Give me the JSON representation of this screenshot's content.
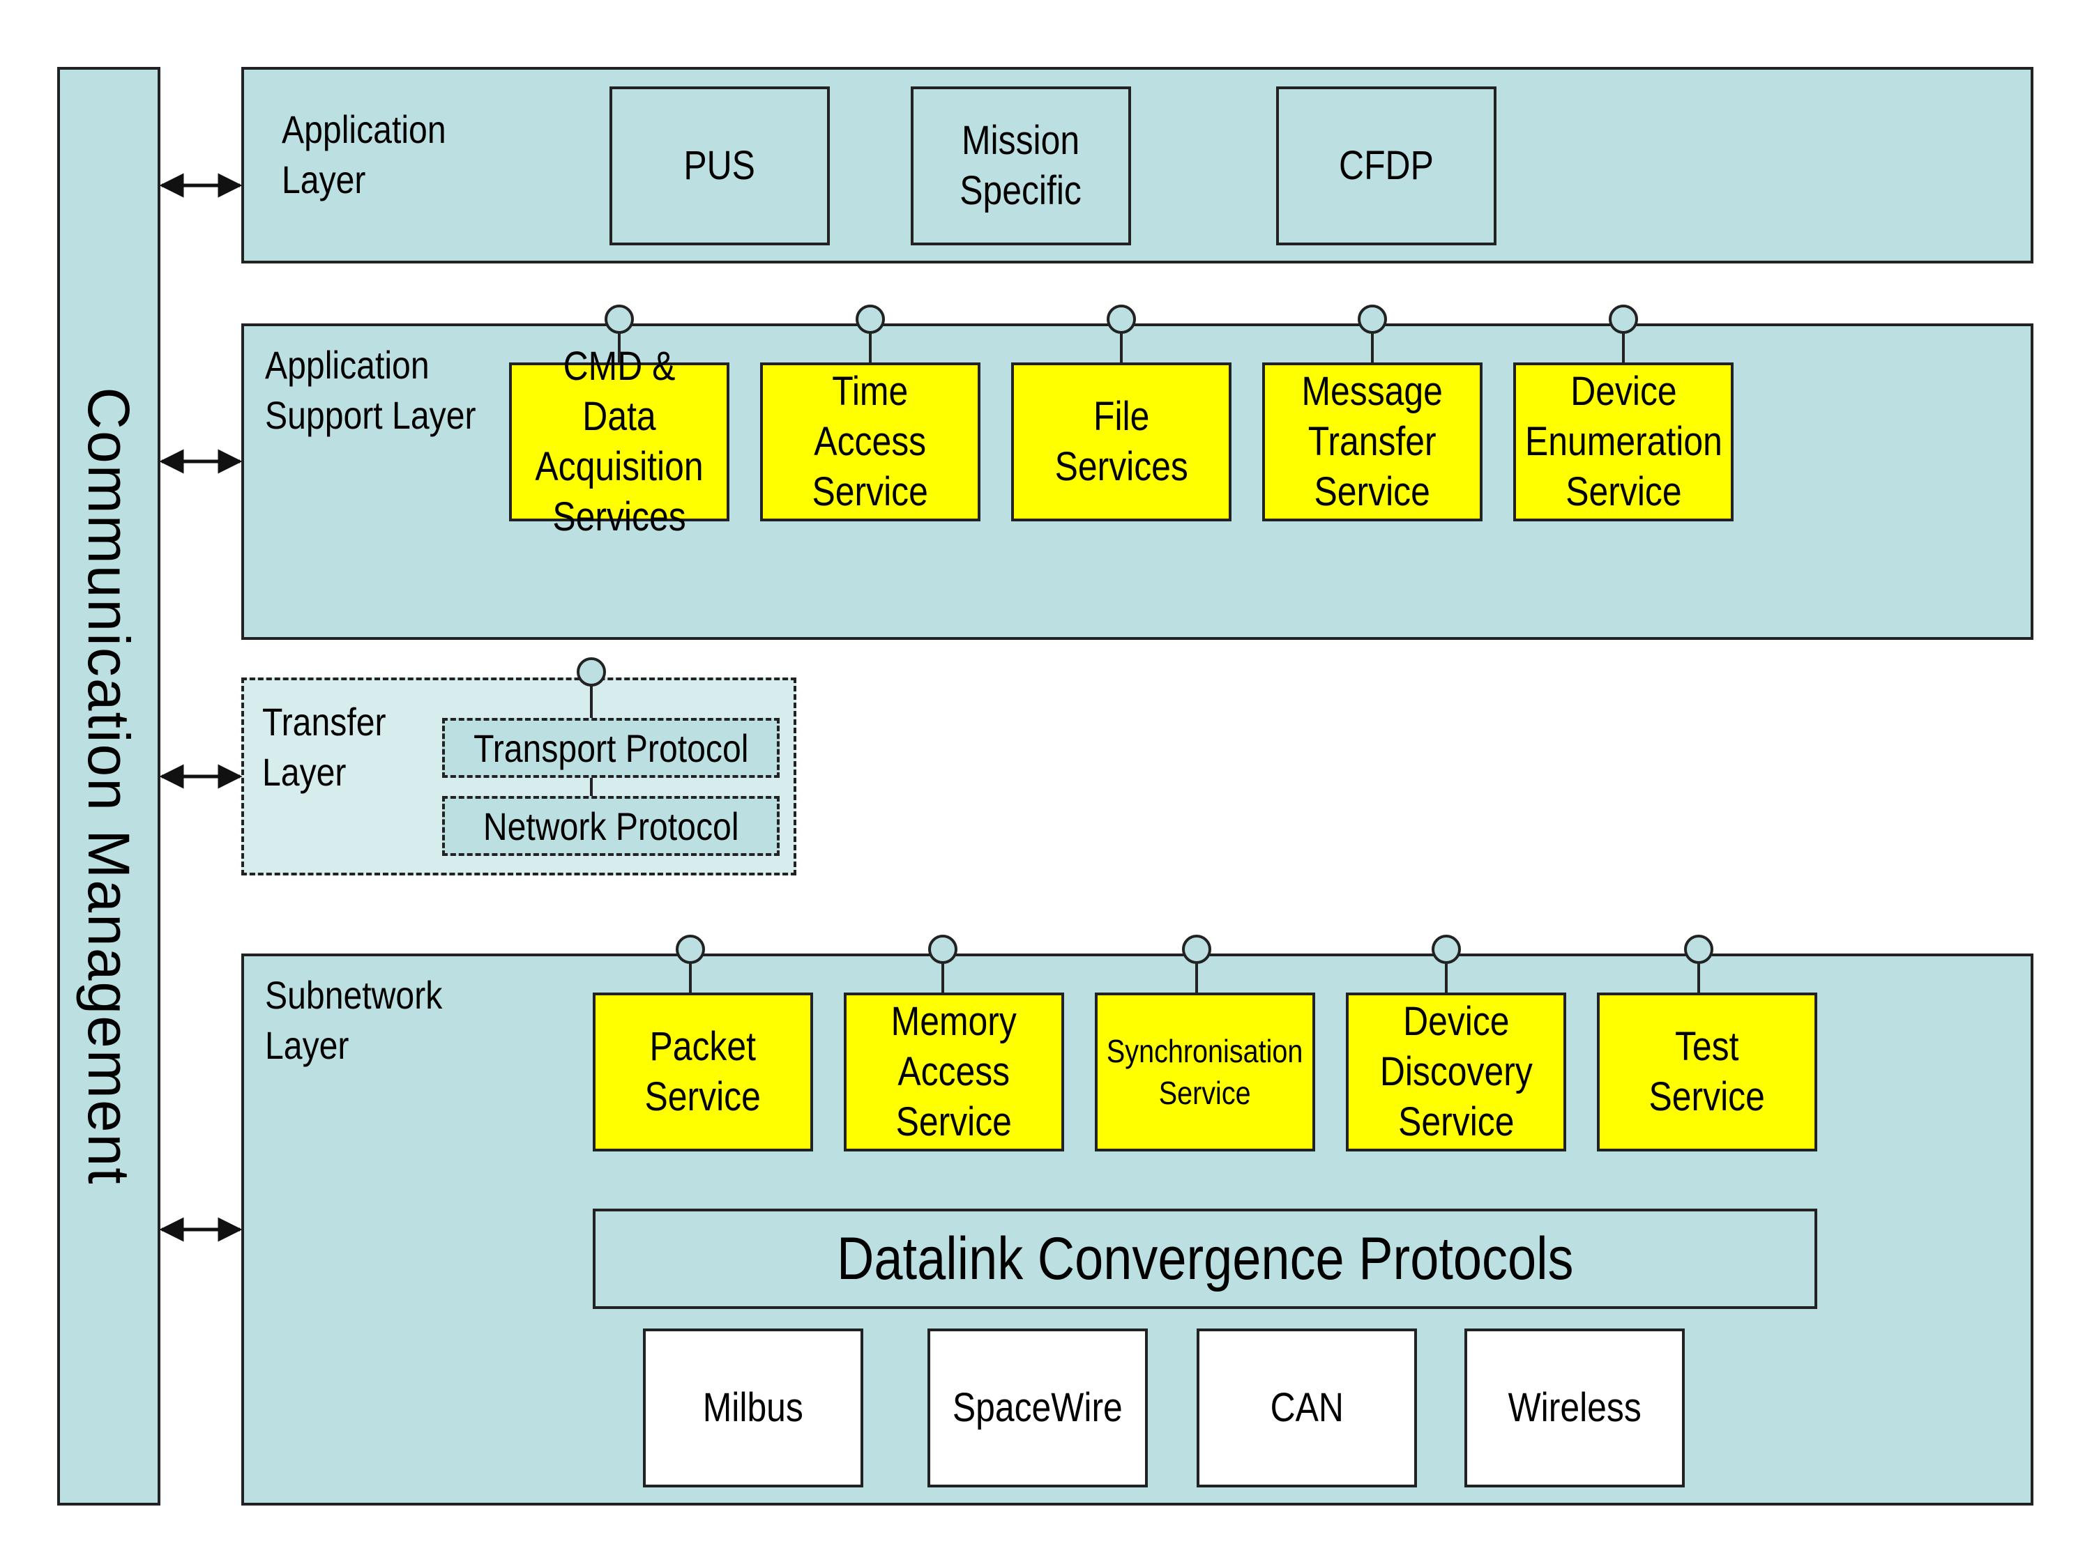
{
  "management": {
    "label": "Communication Management"
  },
  "application_layer": {
    "title": "Application\nLayer",
    "boxes": [
      "PUS",
      "Mission\nSpecific",
      "CFDP"
    ]
  },
  "application_support_layer": {
    "title": "Application\nSupport Layer",
    "services": [
      "CMD & Data\nAcquisition\nServices",
      "Time\nAccess\nService",
      "File\nServices",
      "Message\nTransfer\nService",
      "Device\nEnumeration\nService"
    ]
  },
  "transfer_layer": {
    "title": "Transfer\nLayer",
    "transport": "Transport Protocol",
    "network": "Network Protocol"
  },
  "subnetwork_layer": {
    "title": "Subnetwork\nLayer",
    "services": [
      "Packet\nService",
      "Memory\nAccess\nService",
      "Synchronisation\nService",
      "Device\nDiscovery\nService",
      "Test\nService"
    ],
    "datalink": "Datalink Convergence Protocols",
    "physical": [
      "Milbus",
      "SpaceWire",
      "CAN",
      "Wireless"
    ]
  },
  "colors": {
    "layer_fill": "#bce0e2",
    "service_fill": "#ffff00",
    "physical_fill": "#ffffff",
    "outline": "#222222"
  }
}
